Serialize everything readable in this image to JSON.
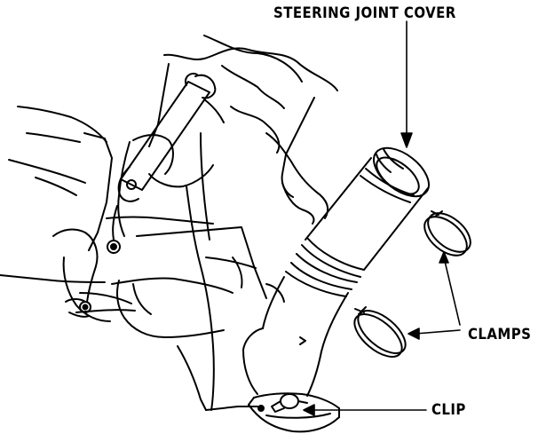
{
  "labels": {
    "steering_joint_cover": "STEERING JOINT COVER",
    "clamps": "CLAMPS",
    "clip": "CLIP"
  },
  "colors": {
    "ink": "#000000",
    "paper": "#ffffff"
  }
}
